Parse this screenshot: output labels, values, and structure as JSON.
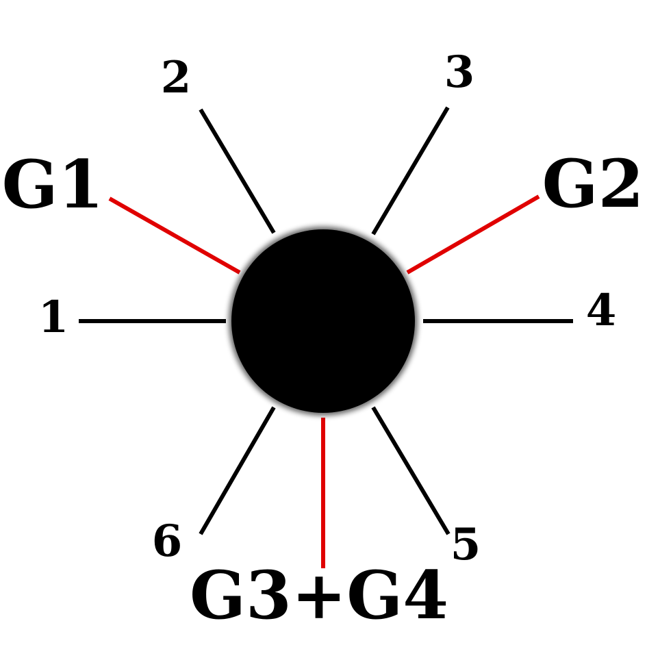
{
  "diagram": {
    "colors": {
      "background": "#ffffff",
      "node": "#000000",
      "spoke": "#000000",
      "highlight": "#e00000"
    },
    "labels": {
      "spoke_1": "1",
      "spoke_2": "2",
      "spoke_3": "3",
      "spoke_4": "4",
      "spoke_5": "5",
      "spoke_6": "6",
      "g1": "G1",
      "g2": "G2",
      "g3_g4": "G3+G4"
    }
  }
}
